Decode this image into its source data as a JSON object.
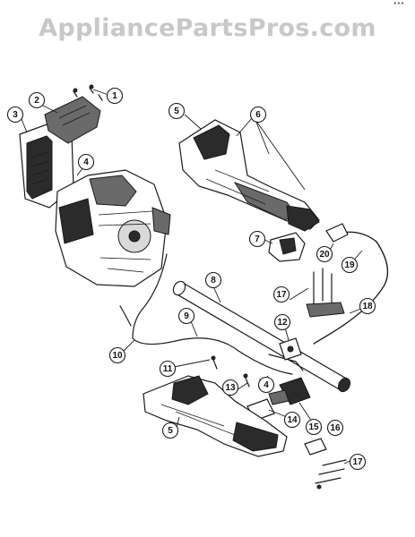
{
  "watermark": "AppliancePartsPros.com",
  "corner_mark": "•••",
  "callouts": [
    "1",
    "2",
    "3",
    "4",
    "5",
    "6",
    "4",
    "7",
    "8",
    "9",
    "10",
    "11",
    "12",
    "13",
    "4",
    "14",
    "15",
    "16",
    "17",
    "18",
    "19",
    "20",
    "17",
    "5"
  ]
}
